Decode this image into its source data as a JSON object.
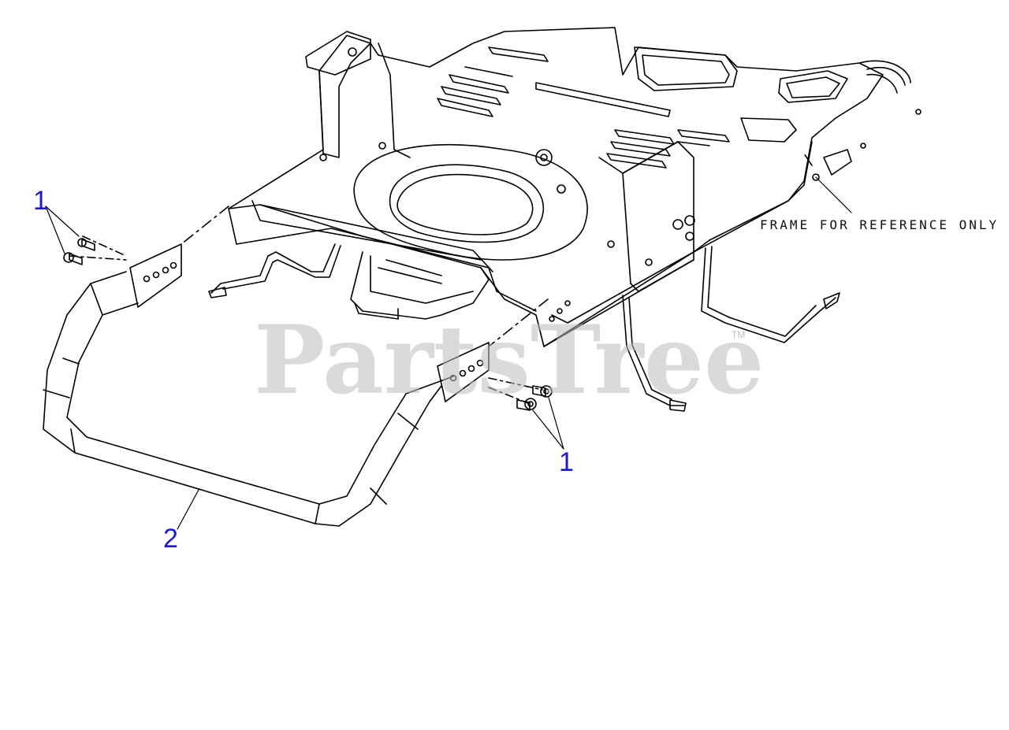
{
  "callouts": {
    "bolts_upper_left": "1",
    "bolts_lower_right": "1",
    "bumper": "2"
  },
  "note": "FRAME FOR REFERENCE ONLY",
  "watermark": "PartsTree",
  "trademark": "TM",
  "colors": {
    "line": "#000000",
    "callout": "#1a1ad6",
    "watermark": "#bdbdbd"
  }
}
